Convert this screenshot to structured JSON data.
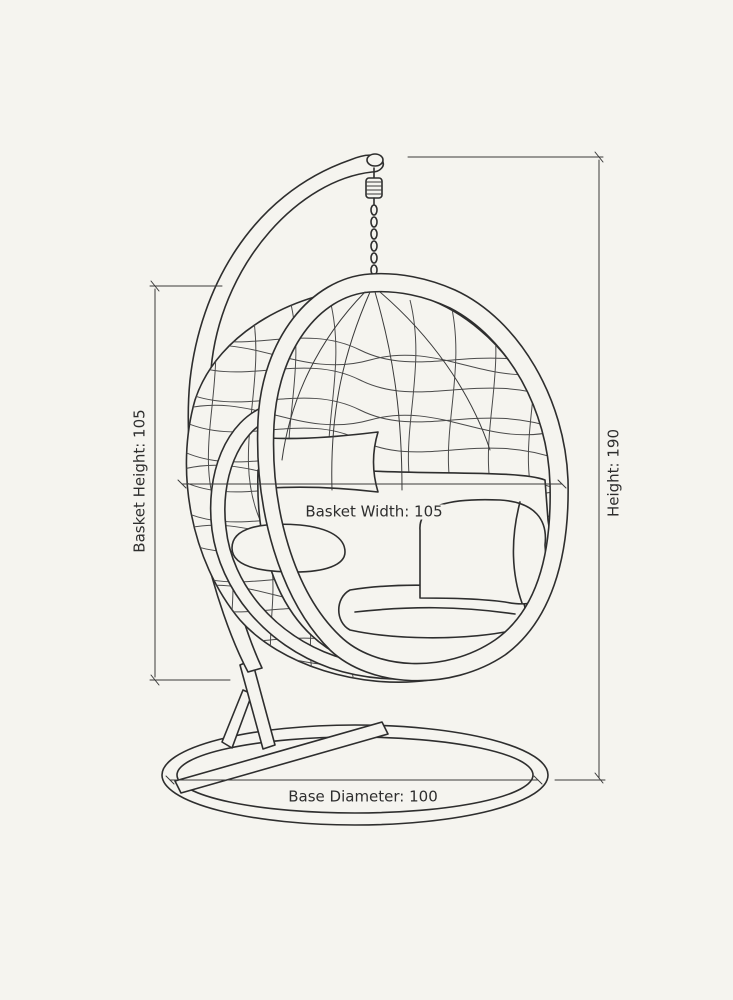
{
  "dimensions": {
    "basket_height": "Basket Height: 105",
    "basket_width": "Basket Width: 105",
    "height": "Height: 190",
    "base_diameter": "Base Diameter: 100"
  },
  "colors": {
    "background": "#f5f4ef",
    "line": "#2e2e2e"
  }
}
